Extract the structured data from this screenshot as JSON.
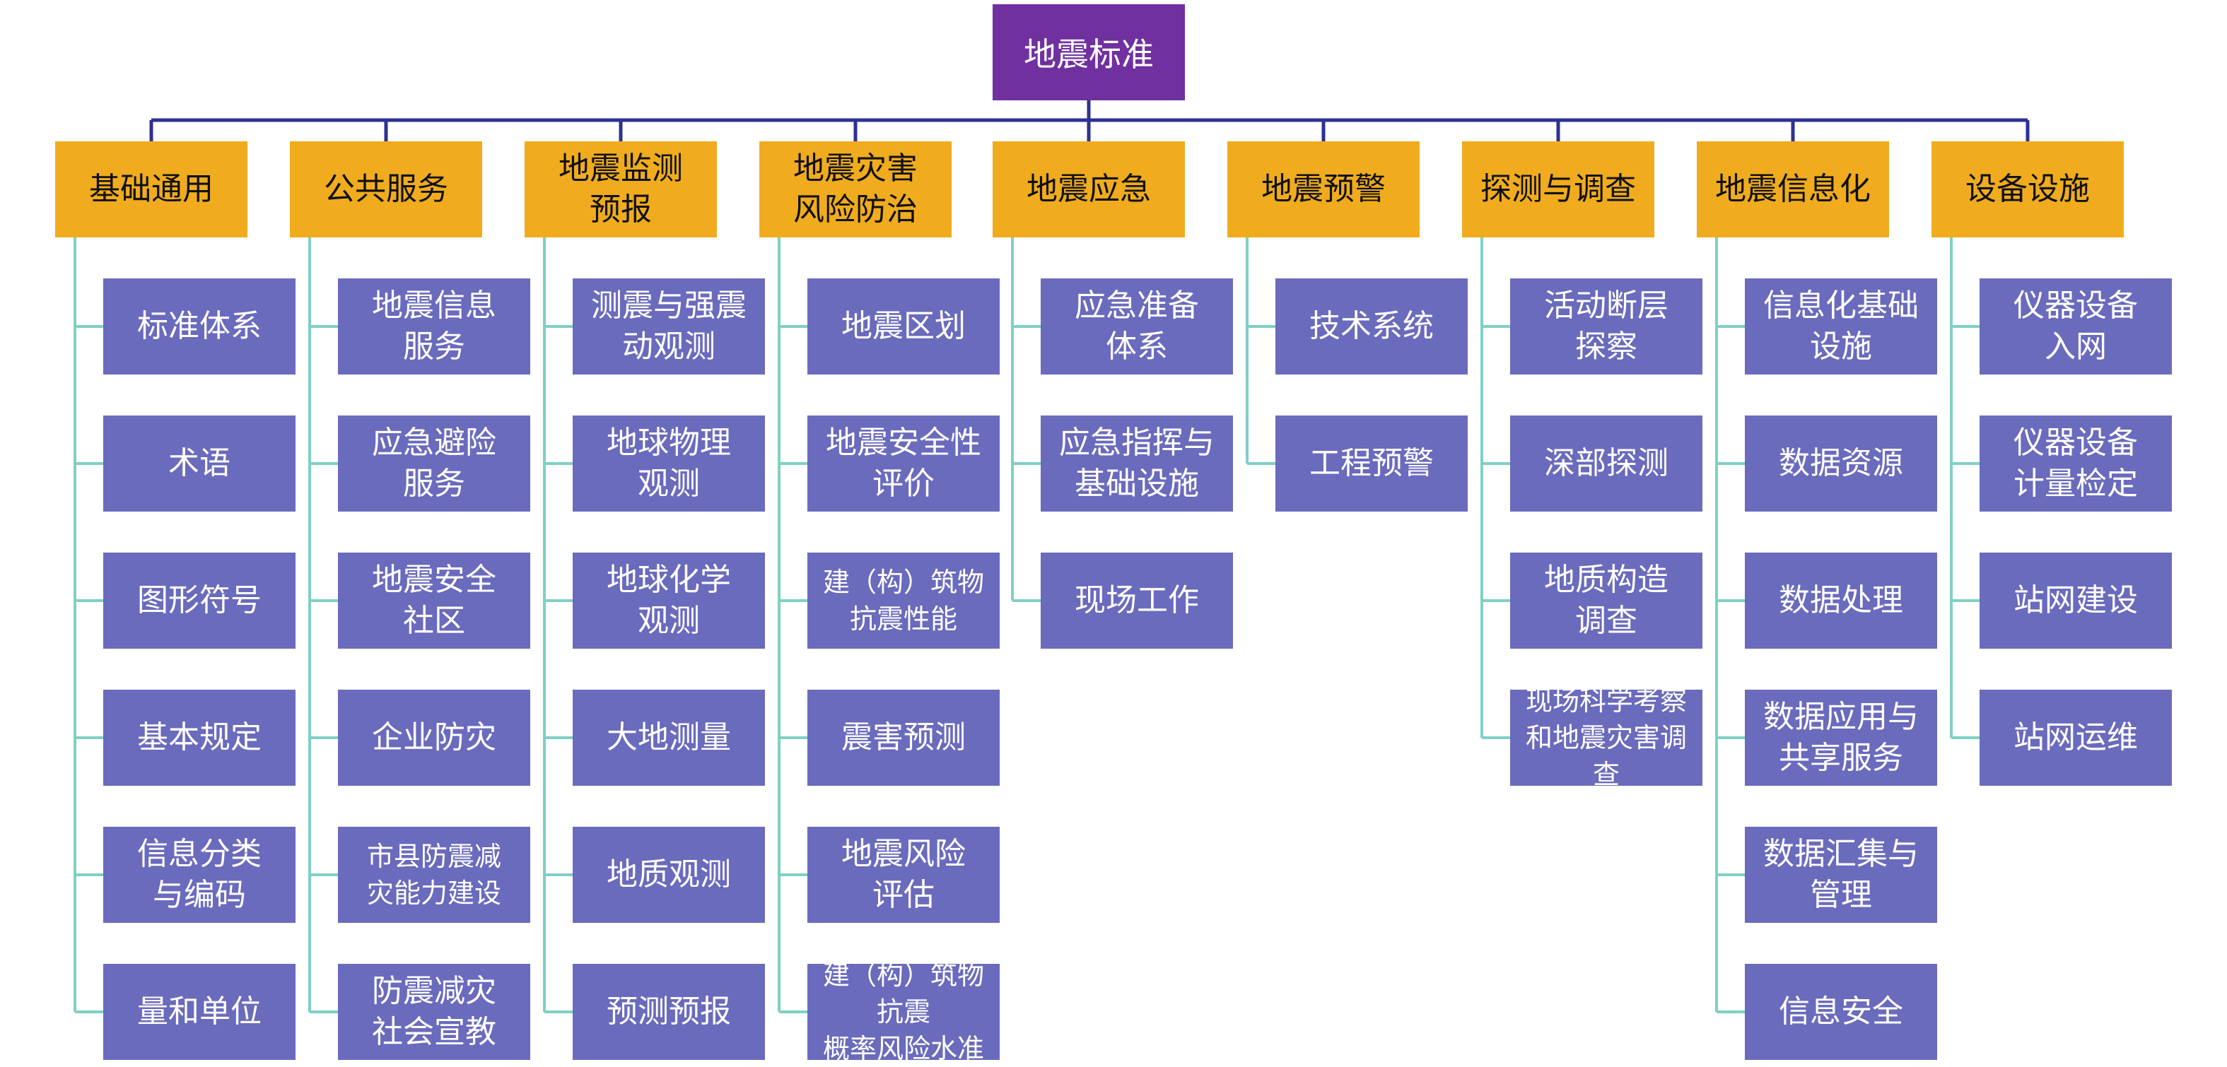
{
  "root": {
    "label": "地震标准"
  },
  "categories": [
    {
      "label": "基础通用",
      "items": [
        "标准体系",
        "术语",
        "图形符号",
        "基本规定",
        "信息分类\n与编码",
        "量和单位"
      ]
    },
    {
      "label": "公共服务",
      "items": [
        "地震信息\n服务",
        "应急避险\n服务",
        "地震安全\n社区",
        "企业防灾",
        "市县防震减\n灾能力建设",
        "防震减灾\n社会宣教"
      ]
    },
    {
      "label": "地震监测\n预报",
      "items": [
        "测震与强震\n动观测",
        "地球物理\n观测",
        "地球化学\n观测",
        "大地测量",
        "地质观测",
        "预测预报"
      ]
    },
    {
      "label": "地震灾害\n风险防治",
      "items": [
        "地震区划",
        "地震安全性\n评价",
        "建（构）筑物\n抗震性能",
        "震害预测",
        "地震风险\n评估",
        "建（构）筑物抗震\n概率风险水准"
      ]
    },
    {
      "label": "地震应急",
      "items": [
        "应急准备\n体系",
        "应急指挥与\n基础设施",
        "现场工作"
      ]
    },
    {
      "label": "地震预警",
      "items": [
        "技术系统",
        "工程预警"
      ]
    },
    {
      "label": "探测与调查",
      "items": [
        "活动断层\n探察",
        "深部探测",
        "地质构造\n调查",
        "现场科学考察\n和地震灾害调查"
      ]
    },
    {
      "label": "地震信息化",
      "items": [
        "信息化基础\n设施",
        "数据资源",
        "数据处理",
        "数据应用与\n共享服务",
        "数据汇集与\n管理",
        "信息安全"
      ]
    },
    {
      "label": "设备设施",
      "items": [
        "仪器设备\n入网",
        "仪器设备\n计量检定",
        "站网建设",
        "站网运维"
      ]
    }
  ],
  "colors": {
    "root": "#7030a0",
    "category": "#f0ac1e",
    "item": "#6a6bbd",
    "root_connector": "#2e3192",
    "item_connector": "#7fd0c4"
  }
}
